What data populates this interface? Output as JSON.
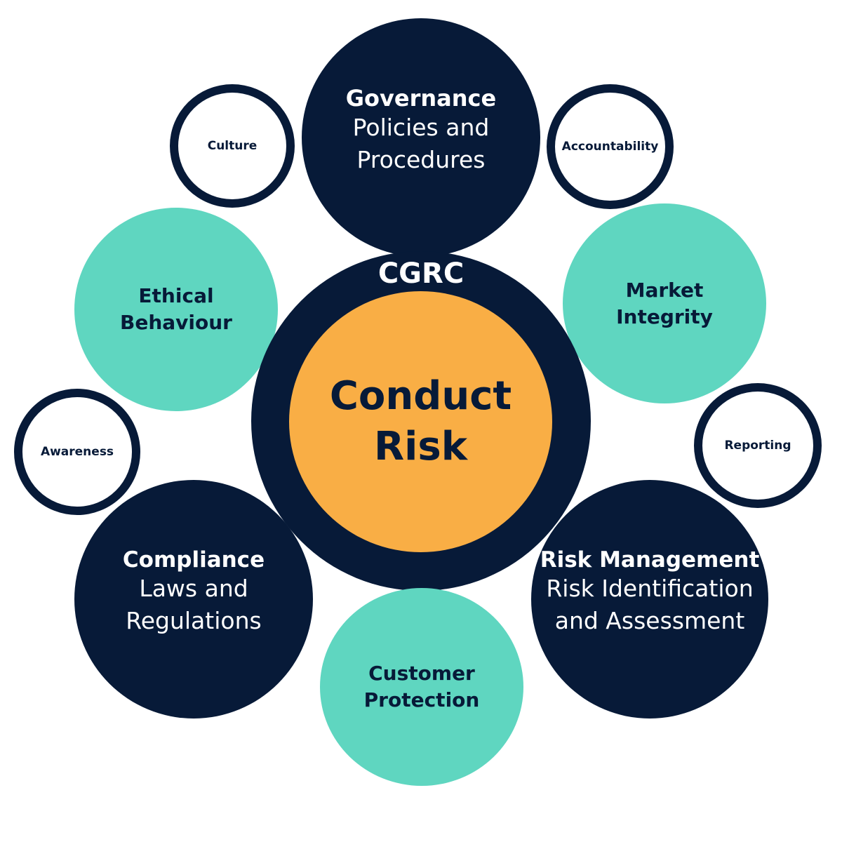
{
  "center": {
    "outer_label": "CGRC",
    "core_line1": "Conduct",
    "core_line2": "Risk"
  },
  "governance": {
    "title": "Governance",
    "subtitle": "Policies and Procedures"
  },
  "compliance": {
    "title": "Compliance",
    "subtitle_line1": "Laws and",
    "subtitle_line2": "Regulations"
  },
  "risk_management": {
    "title": "Risk Management",
    "subtitle_line1": "Risk Identification",
    "subtitle_line2": "and Assessment"
  },
  "ethical_behaviour": {
    "line1": "Ethical",
    "line2": "Behaviour"
  },
  "market_integrity": {
    "line1": "Market",
    "line2": "Integrity"
  },
  "customer_protection": {
    "line1": "Customer",
    "line2": "Protection"
  },
  "small_rings": {
    "culture": "Culture",
    "accountability": "Accountability",
    "awareness": "Awareness",
    "reporting": "Reporting"
  },
  "colors": {
    "navy": "#071a38",
    "teal": "#5fd6c0",
    "orange": "#f9ae45",
    "white": "#ffffff"
  }
}
